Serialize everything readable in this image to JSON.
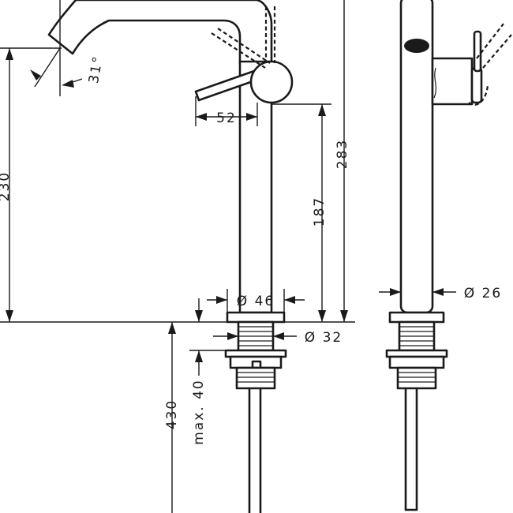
{
  "dimensions": {
    "spout_angle": "31°",
    "handle_offset": "52",
    "height_to_spout": "230",
    "total_height": "283",
    "handle_height": "187",
    "base_diameter": "Ø 46",
    "thread_diameter": "Ø 32",
    "body_diameter": "Ø 26",
    "max_thickness": "max. 40",
    "hose_length": "430"
  }
}
